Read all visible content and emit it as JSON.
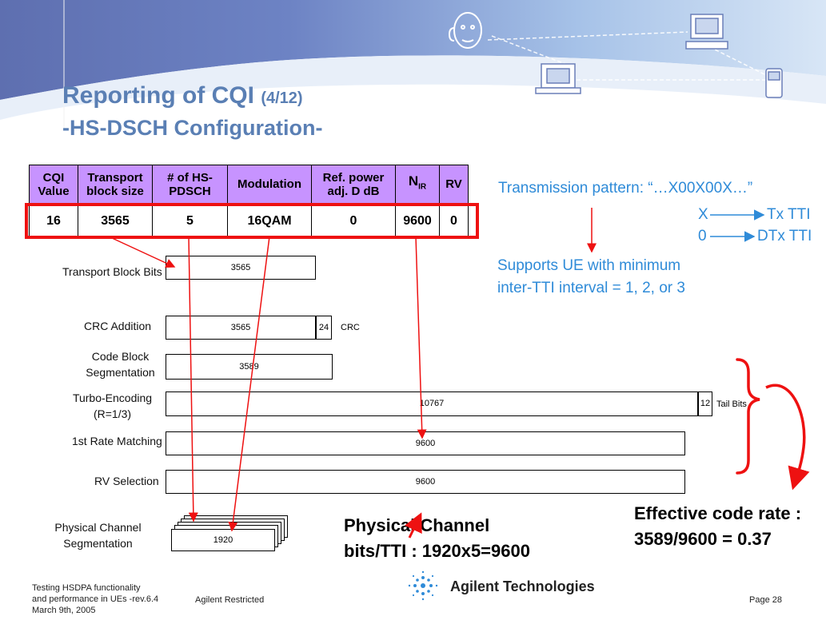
{
  "header": {
    "title": "Reporting of CQI",
    "title_suffix": "(4/12)",
    "subtitle": "-HS-DSCH Configuration-"
  },
  "table": {
    "headers": [
      "CQI Value",
      "Transport block size",
      "# of HS-PDSCH",
      "Modulation",
      "Ref. power adj. D dB",
      "NIR",
      "RV"
    ],
    "header_lines": [
      [
        "CQI",
        "Value"
      ],
      [
        "Transport",
        "block size"
      ],
      [
        "# of HS-",
        "PDSCH"
      ],
      [
        "Modulation"
      ],
      [
        "Ref. power",
        "adj. D dB"
      ],
      [
        "N",
        "IR"
      ],
      [
        "RV"
      ]
    ],
    "row": [
      "16",
      "3565",
      "5",
      "16QAM",
      "0",
      "9600",
      "0"
    ]
  },
  "transmission": {
    "pattern": "Transmission pattern: “…X00X00X…”",
    "x_symbol": "X",
    "x_meaning": "Tx TTI",
    "zero_symbol": "0",
    "zero_meaning": "DTx TTI",
    "supports_line1": "Supports UE with minimum",
    "supports_line2": "inter-TTI interval = 1, 2, or 3"
  },
  "steps": {
    "transport_block_bits": "Transport Block Bits",
    "crc_addition": "CRC Addition",
    "code_block_seg_1": "Code Block",
    "code_block_seg_2": "Segmentation",
    "turbo_1": "Turbo-Encoding",
    "turbo_2": "(R=1/3)",
    "rate_matching": "1st  Rate Matching",
    "rv_selection": "RV Selection",
    "phys_seg_1": "Physical Channel",
    "phys_seg_2": "Segmentation"
  },
  "boxes": {
    "tb": "3565",
    "crc_data": "3565",
    "crc_bits": "24",
    "crc_label": "CRC",
    "cbs": "3589",
    "turbo": "10767",
    "tail_bits": "12",
    "tail_label": "Tail Bits",
    "rm": "9600",
    "rv": "9600",
    "phys": "1920"
  },
  "notes": {
    "phys_line1": "Physical Channel",
    "phys_line2": "bits/TTI : 1920x5=9600",
    "eff_line1": "Effective code rate :",
    "eff_line2": "3589/9600 = 0.37"
  },
  "footer": {
    "left_line1": "Testing HSDPA functionality",
    "left_line2": "and performance in UEs -rev.6.4",
    "left_line3": "March 9th, 2005",
    "restricted": "Agilent Restricted",
    "brand": "Agilent Technologies",
    "page": "Page 28"
  },
  "colors": {
    "title_blue": "#5a7fb4",
    "accent_blue": "#2f8bd8",
    "header_purple": "#c793ff",
    "arrow_red": "#ee1111"
  }
}
